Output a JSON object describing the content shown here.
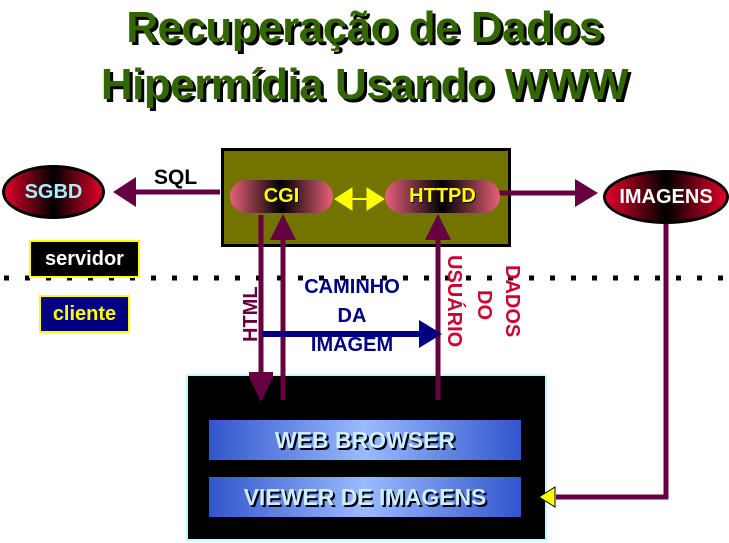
{
  "title": {
    "line1": "Recuperação de Dados",
    "line2": "Hipermídia Usando WWW"
  },
  "nodes": {
    "sgbd": "SGBD",
    "cgi": "CGI",
    "httpd": "HTTPD",
    "imagens": "IMAGENS"
  },
  "labels": {
    "sql": "SQL",
    "servidor": "servidor",
    "cliente": "cliente",
    "html": "HTML",
    "caminho": [
      "CAMINHO",
      "DA",
      "IMAGEM"
    ],
    "usuario": "USUÁRIO",
    "do": "DO",
    "dados": "DADOS"
  },
  "client": {
    "web_browser": "WEB BROWSER",
    "viewer": "VIEWER DE IMAGENS"
  },
  "colors": {
    "title": "#336600",
    "arrow": "#660040",
    "server_box": "#737300",
    "blue_arrow": "#000080"
  }
}
